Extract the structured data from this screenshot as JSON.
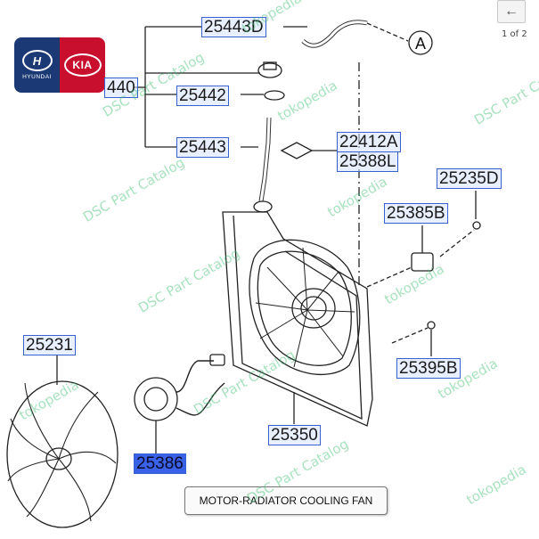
{
  "toolbar": {
    "back_icon": "arrow-left-icon",
    "page_indicator": "1 of 2"
  },
  "logo": {
    "hyundai_mark": "H",
    "hyundai_text": "HYUNDAI",
    "kia_text": "KIA"
  },
  "callout_marker": "A",
  "parts": [
    {
      "id": "25443D",
      "text": "25443D"
    },
    {
      "id": "25440",
      "text": "440"
    },
    {
      "id": "25442",
      "text": "25442"
    },
    {
      "id": "25443",
      "text": "25443"
    },
    {
      "id": "22412A",
      "text": "22412A"
    },
    {
      "id": "25388L",
      "text": "25388L"
    },
    {
      "id": "25235D",
      "text": "25235D"
    },
    {
      "id": "25385B",
      "text": "25385B"
    },
    {
      "id": "25395B",
      "text": "25395B"
    },
    {
      "id": "25231",
      "text": "25231"
    },
    {
      "id": "25350",
      "text": "25350"
    },
    {
      "id": "25386",
      "text": "25386"
    }
  ],
  "caption": "MOTOR-RADIATOR COOLING FAN",
  "watermarks": {
    "dsc": "DSC Part Catalog",
    "tokopedia": "tokopedia"
  },
  "colors": {
    "label_border": "#3a5fcf",
    "label_fill": "#d6e2ff",
    "selected_fill": "#3a62e8",
    "watermark": "#3cbe6e",
    "hyundai_blue": "#1b3a75",
    "kia_red": "#c8102e"
  }
}
